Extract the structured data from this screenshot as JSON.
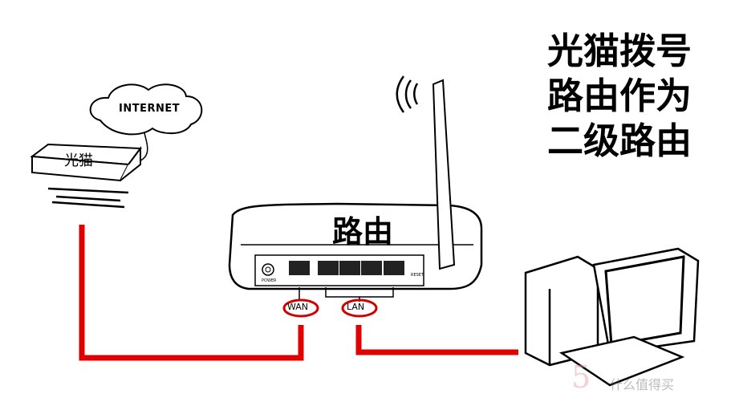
{
  "title_lines": [
    "光猫拨号",
    "路由作为",
    "二级路由"
  ],
  "labels": {
    "internet": "INTERNET",
    "modem": "光猫",
    "router": "路由",
    "wan": "WAN",
    "lan": "LAN",
    "power": "POWER",
    "reset": "RESET"
  },
  "watermark": {
    "logo": "5",
    "text": "什么值得买"
  },
  "colors": {
    "cable": "#e00000",
    "outline": "#000000"
  }
}
